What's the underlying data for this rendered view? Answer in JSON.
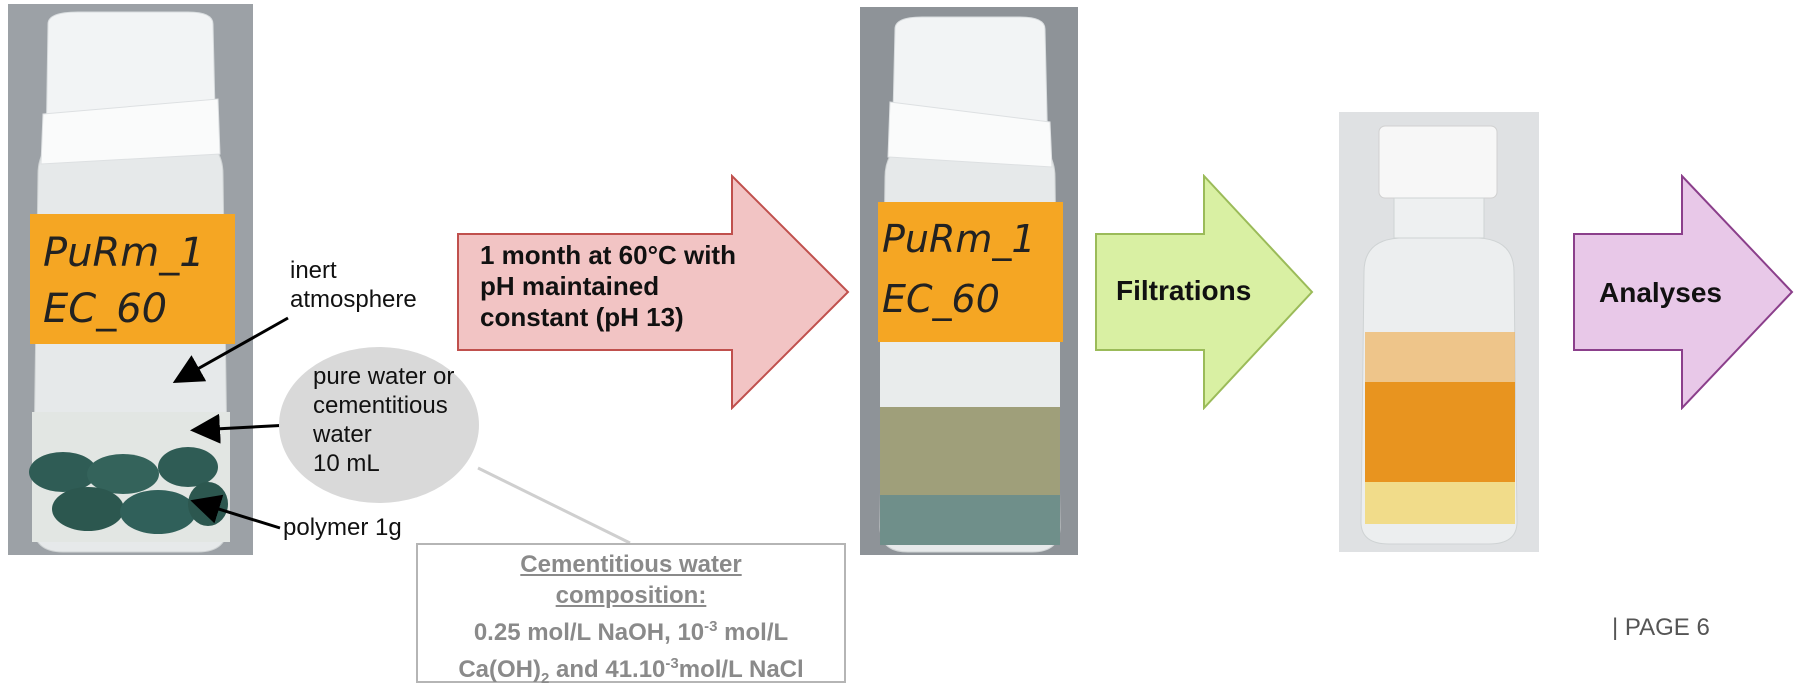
{
  "labels": {
    "inert_line1": "inert",
    "inert_line2": "atmosphere",
    "water_line1": "pure water or",
    "water_line2": "cementitious",
    "water_line3": "water",
    "water_line4": "10 mL",
    "polymer": "polymer 1g"
  },
  "vial_label": {
    "line1": "PuRm_1",
    "line2": "EC_60"
  },
  "steps": {
    "step1_line1": "1 month at 60°C with",
    "step1_line2": "pH maintained",
    "step1_line3": "constant  (pH 13)",
    "step2": "Filtrations",
    "step3": "Analyses"
  },
  "composition": {
    "title_line1": "Cementitious water",
    "title_line2": "composition:",
    "line1_a": "0.25 mol/L NaOH, 10",
    "line1_sup": "-3",
    "line1_b": " mol/L",
    "line2_a": "Ca(OH)",
    "line2_sub": "2",
    "line2_b": " and 41.10",
    "line2_sup": "-3",
    "line2_c": "mol/L NaCl"
  },
  "footer": {
    "page": "|  PAGE 6"
  },
  "colors": {
    "arrow1_fill": "#f2c4c4",
    "arrow1_stroke": "#c0504d",
    "arrow2_fill": "#d9f0a3",
    "arrow2_stroke": "#9bbb59",
    "arrow3_fill": "#e8c8e8",
    "arrow3_stroke": "#8b3f8b",
    "vial_tag": "#f5a623",
    "callout": "#d9d9d9"
  }
}
